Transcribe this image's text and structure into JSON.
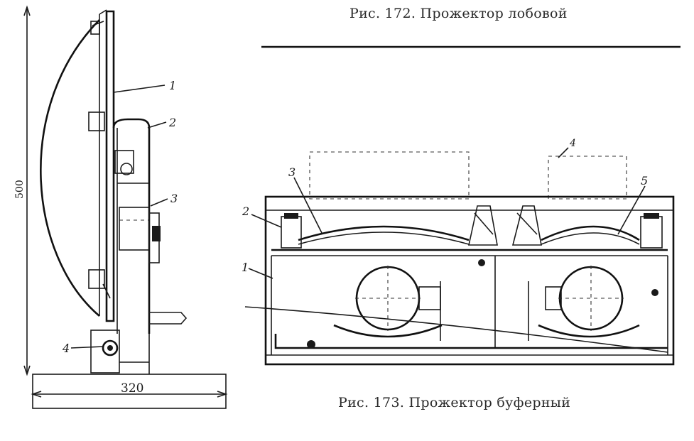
{
  "figure_172": {
    "caption": "Рис. 172. Прожектор лобовой",
    "dim_height": "500",
    "dim_width": "320",
    "callouts": [
      "1",
      "2",
      "3",
      "4"
    ]
  },
  "figure_173": {
    "caption": "Рис. 173. Прожектор буферный",
    "callouts": [
      "1",
      "2",
      "3",
      "4",
      "5"
    ]
  }
}
